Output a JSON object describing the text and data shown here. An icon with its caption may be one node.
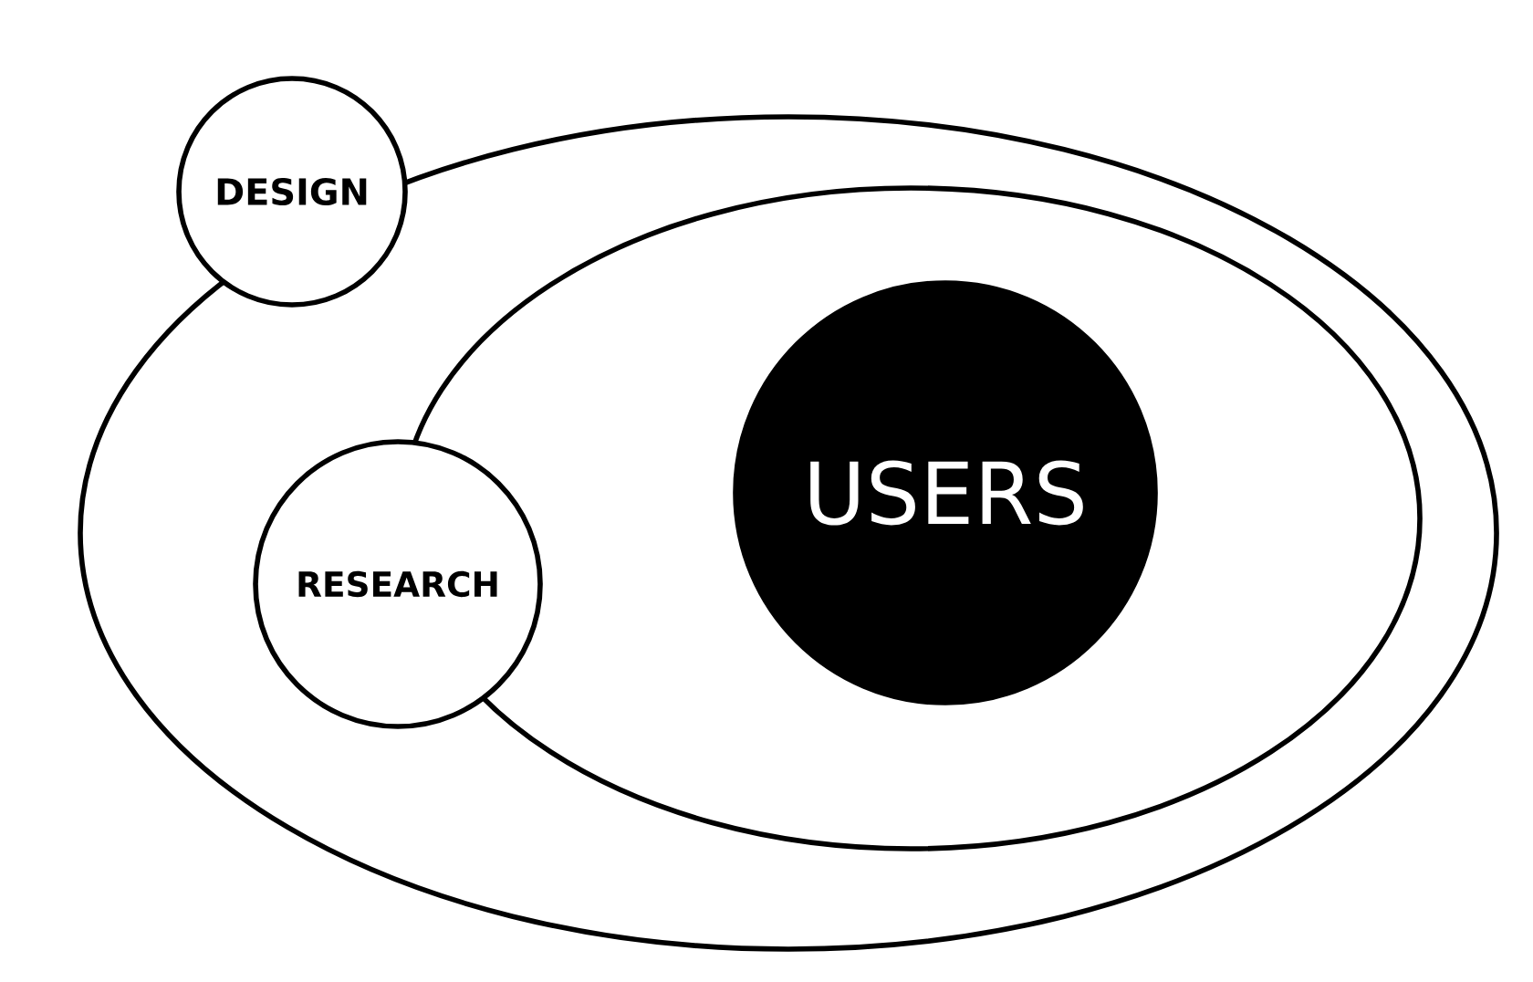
{
  "diagram": {
    "nodes": [
      {
        "text": [],
        "shape": "ellipse"
      },
      {
        "text": [
          "DESIGN"
        ]
      },
      {
        "text": [],
        "shape": "ellipse",
        "in": 0
      },
      {
        "text": [
          "RESEARCH"
        ],
        "in": 0
      },
      {
        "text": [
          "USERS"
        ],
        "in": 2
      }
    ]
  }
}
